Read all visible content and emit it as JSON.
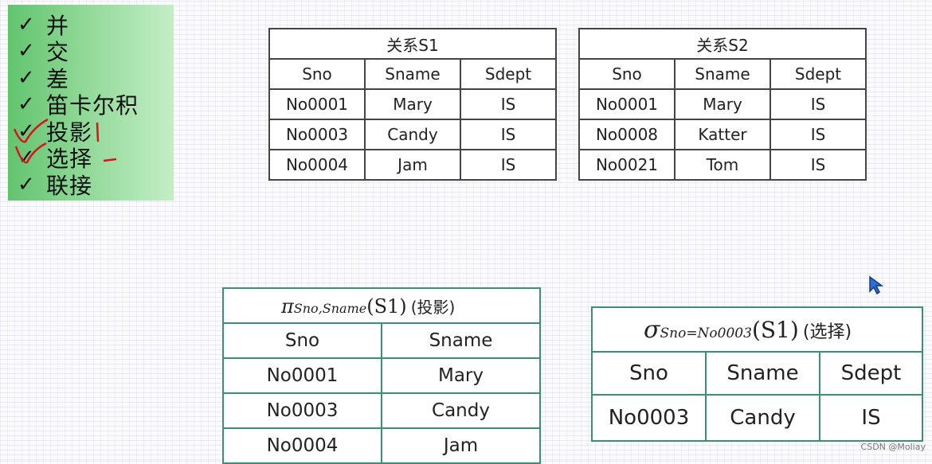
{
  "operations": [
    {
      "check": "✓",
      "label": "并"
    },
    {
      "check": "✓",
      "label": "交"
    },
    {
      "check": "✓",
      "label": "差"
    },
    {
      "check": "✓",
      "label": "笛卡尔积"
    },
    {
      "check": "✓",
      "label": "投影"
    },
    {
      "check": "✓",
      "label": "选择"
    },
    {
      "check": "✓",
      "label": "联接"
    }
  ],
  "s1": {
    "title": "关系S1",
    "headers": [
      "Sno",
      "Sname",
      "Sdept"
    ],
    "rows": [
      [
        "No0001",
        "Mary",
        "IS"
      ],
      [
        "No0003",
        "Candy",
        "IS"
      ],
      [
        "No0004",
        "Jam",
        "IS"
      ]
    ]
  },
  "s2": {
    "title": "关系S2",
    "headers": [
      "Sno",
      "Sname",
      "Sdept"
    ],
    "rows": [
      [
        "No0001",
        "Mary",
        "IS"
      ],
      [
        "No0008",
        "Katter",
        "IS"
      ],
      [
        "No0021",
        "Tom",
        "IS"
      ]
    ]
  },
  "projection": {
    "symbol": "π",
    "subscript": "Sno,Sname",
    "argument": "(S1)",
    "note": "(投影)",
    "headers": [
      "Sno",
      "Sname"
    ],
    "rows": [
      [
        "No0001",
        "Mary"
      ],
      [
        "No0003",
        "Candy"
      ],
      [
        "No0004",
        "Jam"
      ]
    ]
  },
  "selection": {
    "symbol": "σ",
    "subscript": "Sno=No0003",
    "argument": "(S1)",
    "note": "(选择)",
    "headers": [
      "Sno",
      "Sname",
      "Sdept"
    ],
    "rows": [
      [
        "No0003",
        "Candy",
        "IS"
      ]
    ]
  },
  "colors": {
    "panel_green": "#62c46f",
    "table_border_green": "#3b8f74",
    "annotation_red": "#e0101a"
  },
  "watermark": "CSDN @Moliay"
}
